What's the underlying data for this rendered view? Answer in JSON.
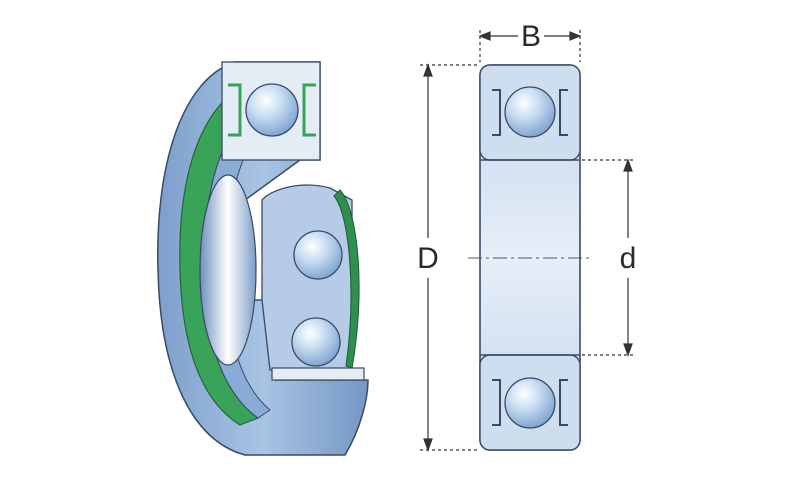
{
  "labels": {
    "width": "B",
    "outer_diameter": "D",
    "bore_diameter": "d"
  },
  "colors": {
    "steel_blue": "#8fb1d9",
    "steel_light": "#c9dcef",
    "seal_green": "#3aa35a",
    "outline": "#3a4a66",
    "ball": "#b9d3ee",
    "dimension_line": "#333333"
  }
}
